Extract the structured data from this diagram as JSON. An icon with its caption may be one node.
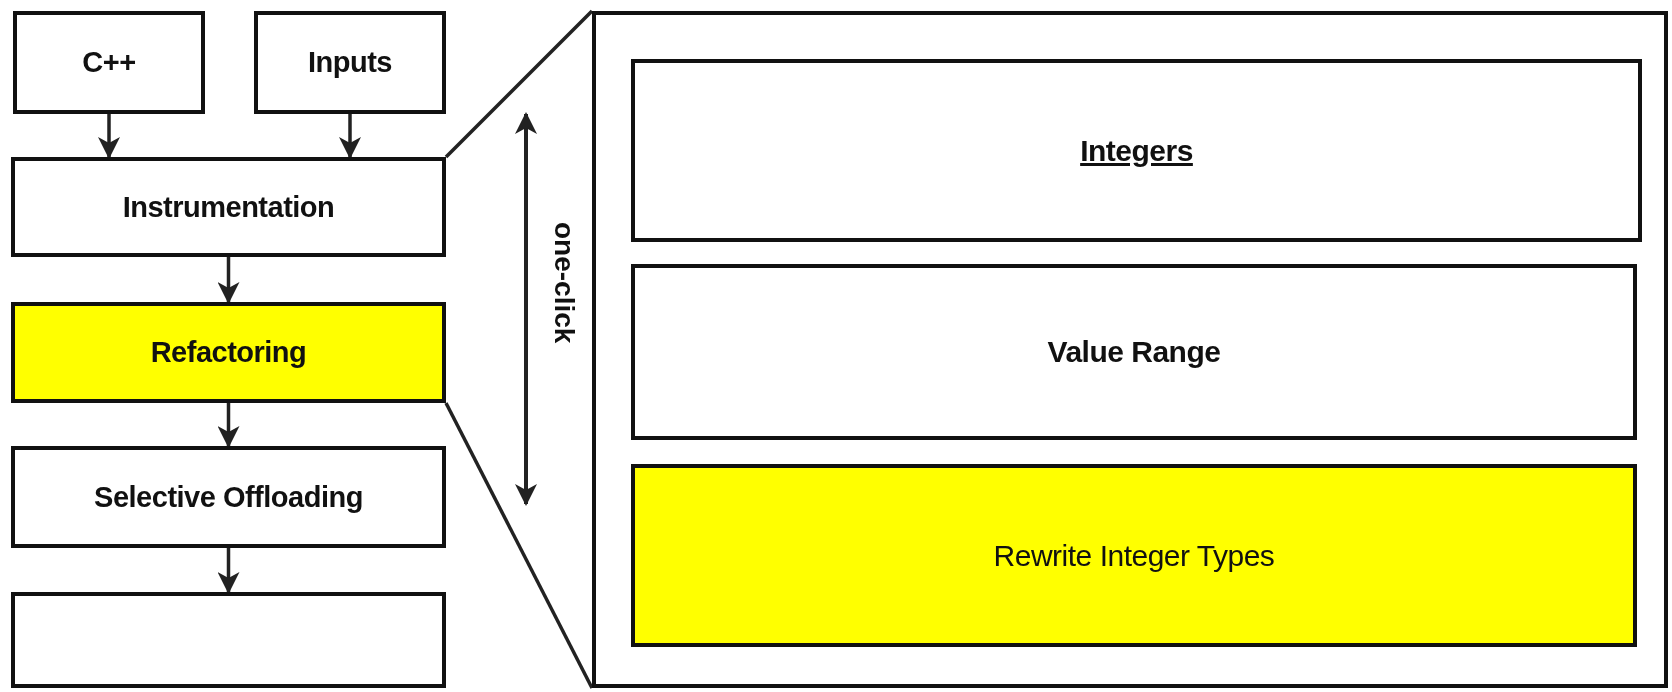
{
  "diagram": {
    "nodes": [
      {
        "text": [
          "C++"
        ]
      },
      {
        "text": [
          "Inputs"
        ]
      },
      {
        "text": [
          "Instrumentation"
        ]
      },
      {
        "text": [
          "Refactoring"
        ]
      },
      {
        "text": [
          "Selective Offloading"
        ]
      },
      {
        "text": [],
        "shape": "box"
      },
      {
        "text": [],
        "shape": "box"
      },
      {
        "text": [
          "Integers"
        ],
        "in": 6
      },
      {
        "text": [
          "Value Range"
        ],
        "in": 6
      },
      {
        "text": [
          "Rewrite Integer Types"
        ],
        "in": 6
      }
    ],
    "edges": [
      {
        "from": 0,
        "to": 2,
        "arrow": "to"
      },
      {
        "from": 1,
        "to": 2,
        "arrow": "to"
      },
      {
        "from": 2,
        "to": 3,
        "arrow": "to"
      },
      {
        "from": 3,
        "to": 4,
        "arrow": "to"
      },
      {
        "from": 4,
        "to": 5,
        "arrow": "to"
      },
      {
        "from": 2,
        "to": 6,
        "arrow": "none"
      },
      {
        "from": 3,
        "to": 6,
        "arrow": "none"
      }
    ],
    "labels": [
      "one-click"
    ]
  }
}
